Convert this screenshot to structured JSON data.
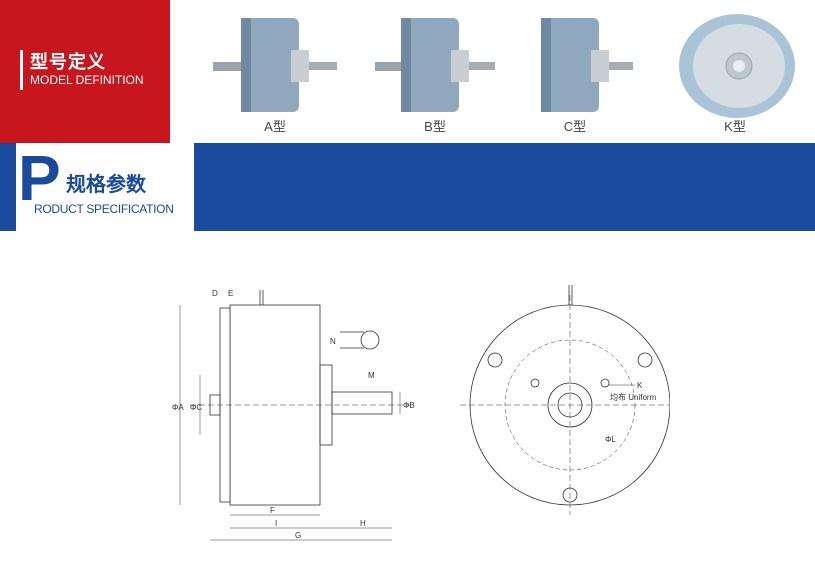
{
  "model_definition": {
    "title_cn": "型号定义",
    "title_en": "MODEL DEFINITION"
  },
  "models": [
    {
      "label": "A型"
    },
    {
      "label": "B型"
    },
    {
      "label": "C型"
    },
    {
      "label": "K型"
    }
  ],
  "spec": {
    "letter": "P",
    "title_cn": "规格参数",
    "title_en": "RODUCT SPECIFICATION"
  },
  "drawing": {
    "dims": {
      "D": "D",
      "E": "E",
      "A": "ΦA",
      "C": "ΦC",
      "B": "ΦB",
      "N": "N",
      "M": "M",
      "F": "F",
      "I": "I",
      "H": "H",
      "G": "G",
      "K": "K",
      "L": "ΦL",
      "uniform": "均布 Uniform"
    }
  },
  "colors": {
    "red": "#c8161e",
    "blue": "#1a4a9c",
    "device": "#8fa8bd"
  }
}
